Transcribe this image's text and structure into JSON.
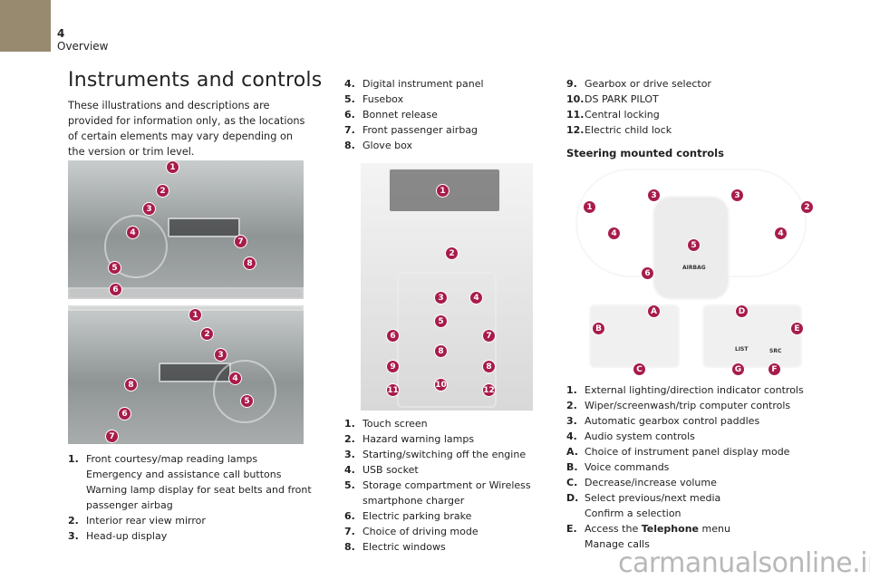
{
  "header": {
    "page_number": "4",
    "section": "Overview"
  },
  "title": "Instruments and controls",
  "intro": "These illustrations and descriptions are provided for information only, as the locations of certain elements may vary depending on the version or trim level.",
  "dashboard_badges_lhd": [
    "1",
    "2",
    "3",
    "4",
    "5",
    "6",
    "7",
    "8"
  ],
  "dashboard_badges_rhd": [
    "1",
    "2",
    "3",
    "4",
    "5",
    "6",
    "7",
    "8"
  ],
  "console_badges": [
    "1",
    "2",
    "3",
    "4",
    "5",
    "6",
    "7",
    "8",
    "9",
    "10",
    "11",
    "12",
    "8"
  ],
  "steering_badges": [
    "1",
    "2",
    "3",
    "3",
    "4",
    "4",
    "5",
    "6",
    "A",
    "B",
    "C",
    "D",
    "E",
    "F",
    "G"
  ],
  "steering_labels": {
    "airbag": "AIRBAG",
    "list": "LIST",
    "src": "SRC"
  },
  "list1": [
    {
      "n": "1.",
      "lines": [
        "Front courtesy/map reading lamps",
        "Emergency and assistance call buttons",
        "Warning lamp display for seat belts and front",
        "passenger airbag"
      ]
    },
    {
      "n": "2.",
      "lines": [
        "Interior rear view mirror"
      ]
    },
    {
      "n": "3.",
      "lines": [
        "Head-up display"
      ]
    },
    {
      "n": "4.",
      "lines": [
        "Digital instrument panel"
      ]
    },
    {
      "n": "5.",
      "lines": [
        "Fusebox"
      ]
    },
    {
      "n": "6.",
      "lines": [
        "Bonnet release"
      ]
    },
    {
      "n": "7.",
      "lines": [
        "Front passenger airbag"
      ]
    },
    {
      "n": "8.",
      "lines": [
        "Glove box"
      ]
    },
    {
      "n": "9.",
      "lines": [
        "Gearbox or drive selector"
      ]
    },
    {
      "n": "10.",
      "lines": [
        "DS PARK PILOT"
      ]
    },
    {
      "n": "11.",
      "lines": [
        "Central locking"
      ]
    },
    {
      "n": "12.",
      "lines": [
        "Electric child lock"
      ]
    }
  ],
  "list2": [
    {
      "n": "1.",
      "lines": [
        "Touch screen"
      ]
    },
    {
      "n": "2.",
      "lines": [
        "Hazard warning lamps"
      ]
    },
    {
      "n": "3.",
      "lines": [
        "Starting/switching off the engine"
      ]
    },
    {
      "n": "4.",
      "lines": [
        "USB socket"
      ]
    },
    {
      "n": "5.",
      "lines": [
        "Storage compartment or Wireless",
        "smartphone charger"
      ]
    },
    {
      "n": "6.",
      "lines": [
        "Electric parking brake"
      ]
    },
    {
      "n": "7.",
      "lines": [
        "Choice of driving mode"
      ]
    },
    {
      "n": "8.",
      "lines": [
        "Electric windows"
      ]
    }
  ],
  "steering_heading": "Steering mounted controls",
  "list3": [
    {
      "n": "1.",
      "lines": [
        "External lighting/direction indicator controls"
      ]
    },
    {
      "n": "2.",
      "lines": [
        "Wiper/screenwash/trip computer controls"
      ]
    },
    {
      "n": "3.",
      "lines": [
        "Automatic gearbox control paddles"
      ]
    },
    {
      "n": "4.",
      "lines": [
        "Audio system controls"
      ]
    },
    {
      "n": "A.",
      "lines": [
        "Choice of instrument panel display mode"
      ]
    },
    {
      "n": "B.",
      "lines": [
        "Voice commands"
      ]
    },
    {
      "n": "C.",
      "lines": [
        "Decrease/increase volume"
      ]
    },
    {
      "n": "D.",
      "lines": [
        "Select previous/next media",
        "Confirm a selection"
      ]
    },
    {
      "n": "E.",
      "pre": "Access the ",
      "bold": "Telephone",
      "post": " menu",
      "lines": [
        "Manage calls"
      ]
    }
  ],
  "watermark": "carmanualsonline.info",
  "colors": {
    "badge": "#a81c4a",
    "tab": "#978a6f"
  }
}
